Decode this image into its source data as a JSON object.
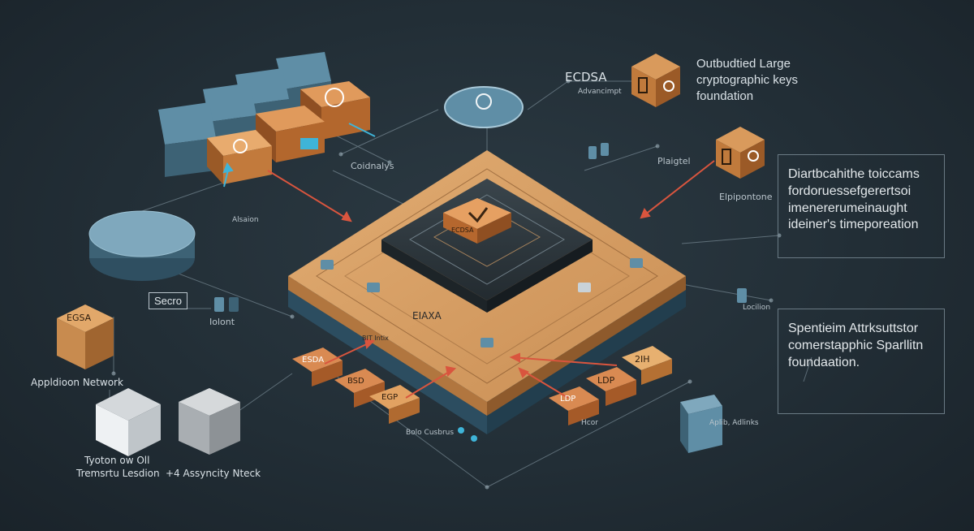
{
  "labels": {
    "ecdsa_top": "ECDSA",
    "ecdsa_top_sub": "Advancimpt",
    "top_right_1": "Outbudtied Large",
    "top_right_2": "cryptographic keys",
    "top_right_3": "foundation",
    "epipontone": "Elpipontone",
    "plaigtel": "Plaigtel",
    "application_network": "Appldioon Network",
    "tyoton": "Tyoton ow Oll",
    "tremsrtu": "Tremsrtu Lesdion",
    "aasyncity": "+4 Assyncity Nteck",
    "secro": "Secro",
    "igloint": "Iolont",
    "alsaion": "Alsaion",
    "ecdsa_center": "ECDSA",
    "ecdsa_cube_left": "EGSA",
    "coidnalys": "Coidnalys",
    "eiaxa": "EIAXA",
    "bits": "BIT Intix",
    "bolo_cusbrus": "Bolo Cusbrus",
    "hcor": "Hcor",
    "locilion": "Locilion",
    "aplib": "Aplib, Adlinks"
  },
  "panels": {
    "middle_right": [
      "Diartbcahithe toiccams",
      "fordoruessefgerertsoi",
      "imenererumeinaught",
      "ideiner's timeporeation"
    ],
    "lower_right": [
      "Spentieim Attrksuttstor",
      "comerstapphic Sparllitn",
      "foundaation."
    ]
  },
  "tiles": {
    "t1": "ESDA",
    "t2": "BSD",
    "t3": "EGP",
    "t4": "LDP",
    "t5": "LDP",
    "t6": "2IH"
  },
  "colors": {
    "orange": "#c8733c",
    "tan": "#d9a36a",
    "blue": "#5f8ea6",
    "dark": "#2d363c",
    "red": "#d9553e",
    "cyan": "#3fb4d8"
  }
}
